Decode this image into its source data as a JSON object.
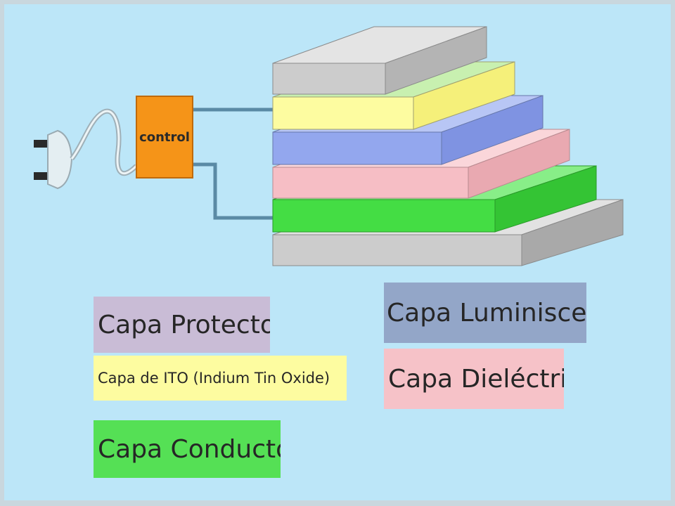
{
  "control": {
    "label": "control",
    "color": "#f59418"
  },
  "layers": [
    {
      "name": "Capa Protectora",
      "color": "#cccccc"
    },
    {
      "name": "Capa de ITO (Indium Tin Oxide)",
      "color": "#fdfca0"
    },
    {
      "name": "Capa Luminiscente",
      "color": "#93a7ee"
    },
    {
      "name": "Capa Dieléctrica",
      "color": "#f6bec5"
    },
    {
      "name": "Capa Conductora",
      "color": "#44dd44"
    }
  ],
  "legend": {
    "protectora": {
      "text": "Capa Protectora",
      "color": "#c9bcd6"
    },
    "ito": {
      "text": "Capa de ITO (Indium Tin Oxide)",
      "color": "#fdfca0"
    },
    "conductora": {
      "text": "Capa Conductora",
      "color": "#55e055"
    },
    "luminiscente": {
      "text": "Capa Luminiscente",
      "color": "#93a6c8"
    },
    "dielectrica": {
      "text": "Capa Dieléctrica",
      "color": "#f6c2c8"
    }
  },
  "colors": {
    "background": "#bce6f8",
    "bottom_layer": "#cccccc",
    "wire": "#5a8aa5"
  },
  "icons": {
    "plug": "plug-icon"
  }
}
